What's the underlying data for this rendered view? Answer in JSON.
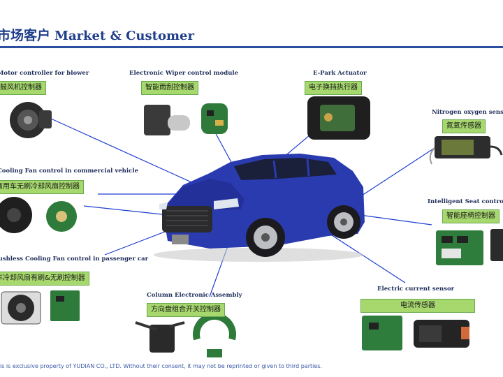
{
  "header": {
    "title_cn": "市场客户",
    "title_en": "Market & Customer"
  },
  "products": [
    {
      "en": "Motor controller for blower",
      "cn": "鼓风机控制器"
    },
    {
      "en": "Electronic Wiper control module",
      "cn": "智能雨刮控制器"
    },
    {
      "en": "E-Park Actuator",
      "cn": "电子换挡执行器"
    },
    {
      "en": "Nitrogen oxygen sensor",
      "cn": "氮氧传感器"
    },
    {
      "en": "Cooling Fan control in commercial vehicle",
      "cn": "商用车无刷冷却风扇控制器"
    },
    {
      "en": "Intelligent Seat control module",
      "cn": "智能座椅控制器"
    },
    {
      "en": "Brushless Cooling Fan control in passenger car",
      "cn": "乘用车冷却风扇有刷&无刷控制器"
    },
    {
      "en": "Column Electronic Assembly",
      "cn": "方向盘组合开关控制器"
    },
    {
      "en": "Electric current sensor",
      "cn": "电流传感器"
    }
  ],
  "footer": {
    "text": "This is exclusive property of YUDIAN CO., LTD. Without their consent, it may not be reprinted or given to third parties."
  },
  "colors": {
    "title": "#1f3d8a",
    "label_box": "#a7d86e",
    "leader_line": "#1f3fd0",
    "car_body": "#2a3bb0"
  }
}
